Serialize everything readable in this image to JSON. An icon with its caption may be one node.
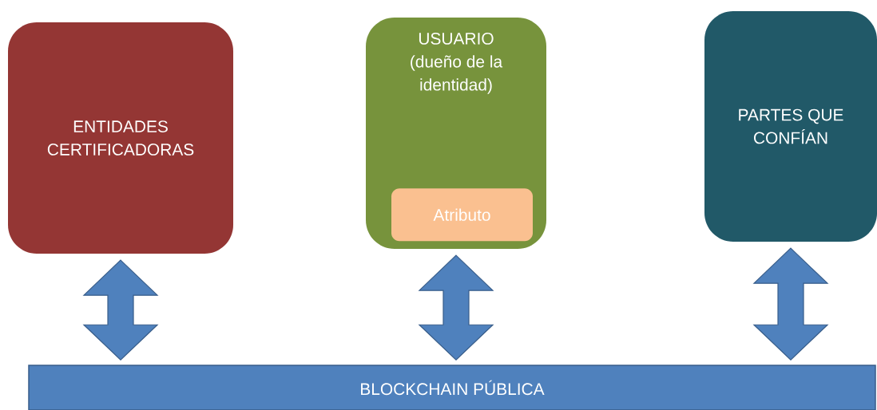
{
  "diagram": {
    "nodes": [
      {
        "text": [
          "ENTIDADES CERTIFICADORAS"
        ]
      },
      {
        "text": [
          "USUARIO",
          "(dueño de la identidad)"
        ]
      },
      {
        "text": [
          "Atributo"
        ],
        "in": 1
      },
      {
        "text": [
          "PARTES QUE CONFÍAN"
        ]
      },
      {
        "text": [
          "BLOCKCHAIN PÚBLICA"
        ]
      }
    ],
    "edges": [
      {
        "from": 0,
        "to": 4,
        "arrow": "both"
      },
      {
        "from": 1,
        "to": 4,
        "arrow": "both"
      },
      {
        "from": 3,
        "to": 4,
        "arrow": "both"
      }
    ]
  }
}
